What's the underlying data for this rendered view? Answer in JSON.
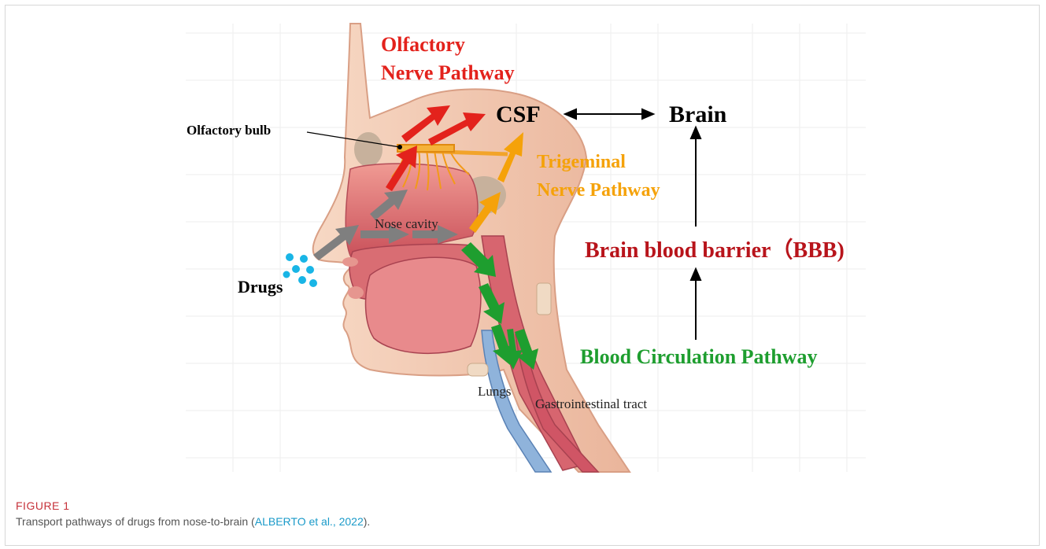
{
  "figure": {
    "label": "FIGURE 1",
    "caption_before": "Transport pathways of drugs from nose-to-brain (",
    "citation": "ALBERTO et al., 2022",
    "caption_after": ")."
  },
  "labels": {
    "olfactory_line1": "Olfactory",
    "olfactory_line2": "Nerve Pathway",
    "csf": "CSF",
    "brain": "Brain",
    "olfactory_bulb": "Olfactory bulb",
    "trigeminal_line1": "Trigeminal",
    "trigeminal_line2": "Nerve Pathway",
    "nose_cavity": "Nose cavity",
    "bbb": "Brain blood barrier（BBB)",
    "drugs": "Drugs",
    "blood_circulation": "Blood Circulation Pathway",
    "lungs": "Lungs",
    "gi_tract": "Gastrointestinal tract"
  },
  "colors": {
    "olfactory": "#e3221c",
    "trigeminal": "#f5a20a",
    "bbb": "#b8141b",
    "blood": "#1e9e2f",
    "drug_arrows": "#7f7f7f",
    "drug_dots": "#19b5e6",
    "skin": "#f2c7b0",
    "tissue": "#e07c76"
  },
  "icons": {
    "drug_particles": "drug-dots-icon",
    "olfactory_bulb": "olfactory-bulb-icon"
  }
}
